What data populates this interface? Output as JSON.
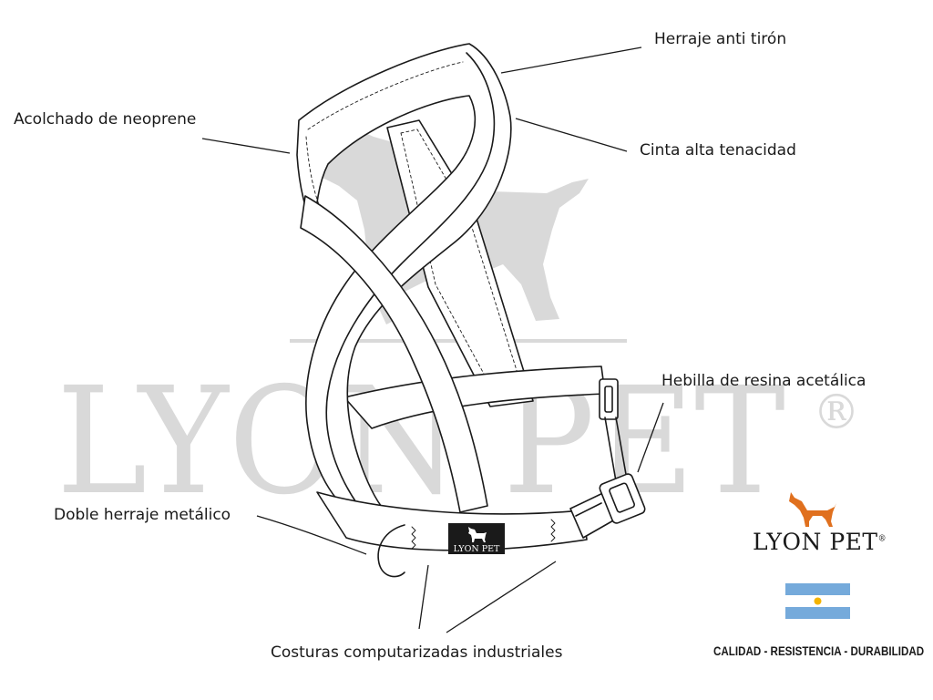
{
  "watermark": {
    "text": "LYON PET",
    "registered": "®"
  },
  "callouts": {
    "herraje_anti_tiron": "Herraje anti tirón",
    "acolchado": "Acolchado de neoprene",
    "cinta": "Cinta alta tenacidad",
    "hebilla": "Hebilla de resina acetálica",
    "doble_herraje": "Doble herraje metálico",
    "costuras": "Costuras computarizadas industriales"
  },
  "product_label": {
    "text": "LYON PET"
  },
  "brand": {
    "name": "LYON PET",
    "registered": "®",
    "tagline": "CALIDAD - RESISTENCIA - DURABILIDAD",
    "logo_color": "#e0701e"
  },
  "flag": {
    "stripe_color": "#75aadb",
    "sun_color": "#f5b400"
  },
  "colors": {
    "watermark": "#d9d9d9",
    "line": "#1a1a1a"
  }
}
